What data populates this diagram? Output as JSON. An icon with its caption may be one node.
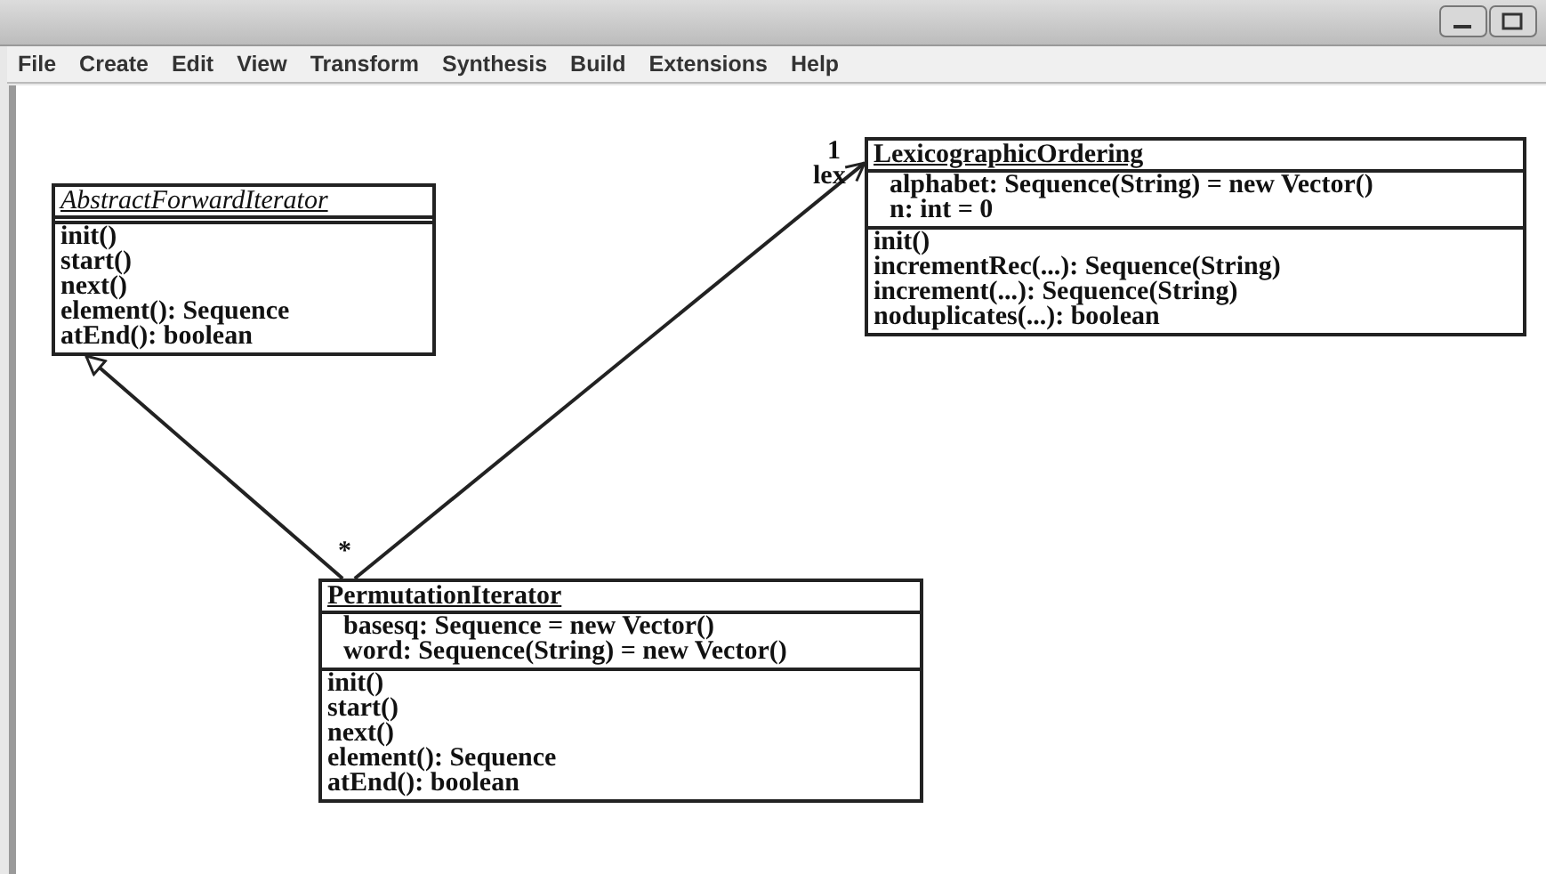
{
  "diagram": {
    "nodes": [
      {
        "text": [
          "AbstractForwardIterator"
        ]
      },
      {
        "text": [],
        "shape": "box",
        "in": 0
      },
      {
        "text": [
          "init()",
          "start()",
          "next()",
          "element(): Sequence",
          "atEnd(): boolean"
        ],
        "in": 0
      },
      {
        "text": [
          "LexicographicOrdering"
        ]
      },
      {
        "text": [
          "alphabet: Sequence(String) = new Vector()",
          "n: int = 0"
        ],
        "in": 3
      },
      {
        "text": [
          "init()",
          "incrementRec(...): Sequence(String)",
          "increment(...): Sequence(String)",
          "noduplicates(...): boolean"
        ],
        "in": 3
      },
      {
        "text": [
          "PermutationIterator"
        ]
      },
      {
        "text": [
          "basesq: Sequence = new Vector()",
          "word: Sequence(String) = new Vector()"
        ],
        "in": 6
      },
      {
        "text": [
          "init()",
          "start()",
          "next()",
          "element(): Sequence",
          "atEnd(): boolean"
        ],
        "in": 6
      }
    ],
    "edges": [
      {
        "from": 6,
        "to": 0,
        "arrow": "to"
      },
      {
        "from": 6,
        "to": 3,
        "arrow": "to"
      }
    ],
    "labels": [
      "File",
      "Create",
      "Edit",
      "View",
      "Transform",
      "Synthesis",
      "Build",
      "Extensions",
      "Help",
      "1",
      "lex",
      "*"
    ]
  }
}
